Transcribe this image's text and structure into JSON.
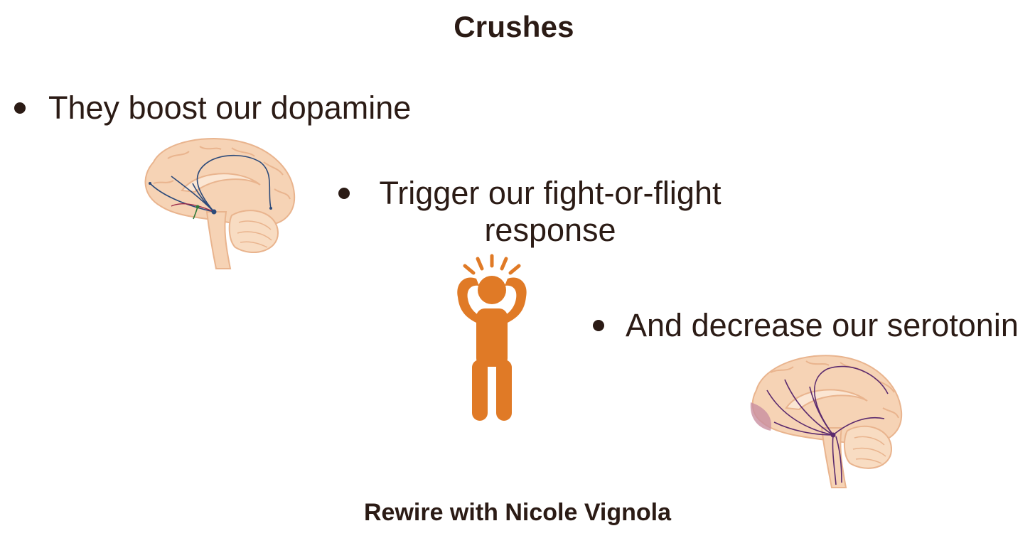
{
  "title": "Crushes",
  "bullets": [
    {
      "text": "They boost our dopamine"
    },
    {
      "text": "Trigger our fight-or-flight response"
    },
    {
      "text": "And decrease our serotonin"
    }
  ],
  "footer": "Rewire with Nicole Vignola",
  "icons": {
    "brain_dopamine": "brain-dopamine-pathway-icon",
    "stressed_person": "stressed-person-icon",
    "brain_serotonin": "brain-serotonin-pathway-icon"
  },
  "colors": {
    "text": "#2b1b15",
    "brain_fill": "#f6d3b5",
    "brain_outline": "#e9b48e",
    "dopamine_pathway": "#2c4a7a",
    "serotonin_pathway": "#5b2a6e",
    "person": "#e07a26"
  }
}
